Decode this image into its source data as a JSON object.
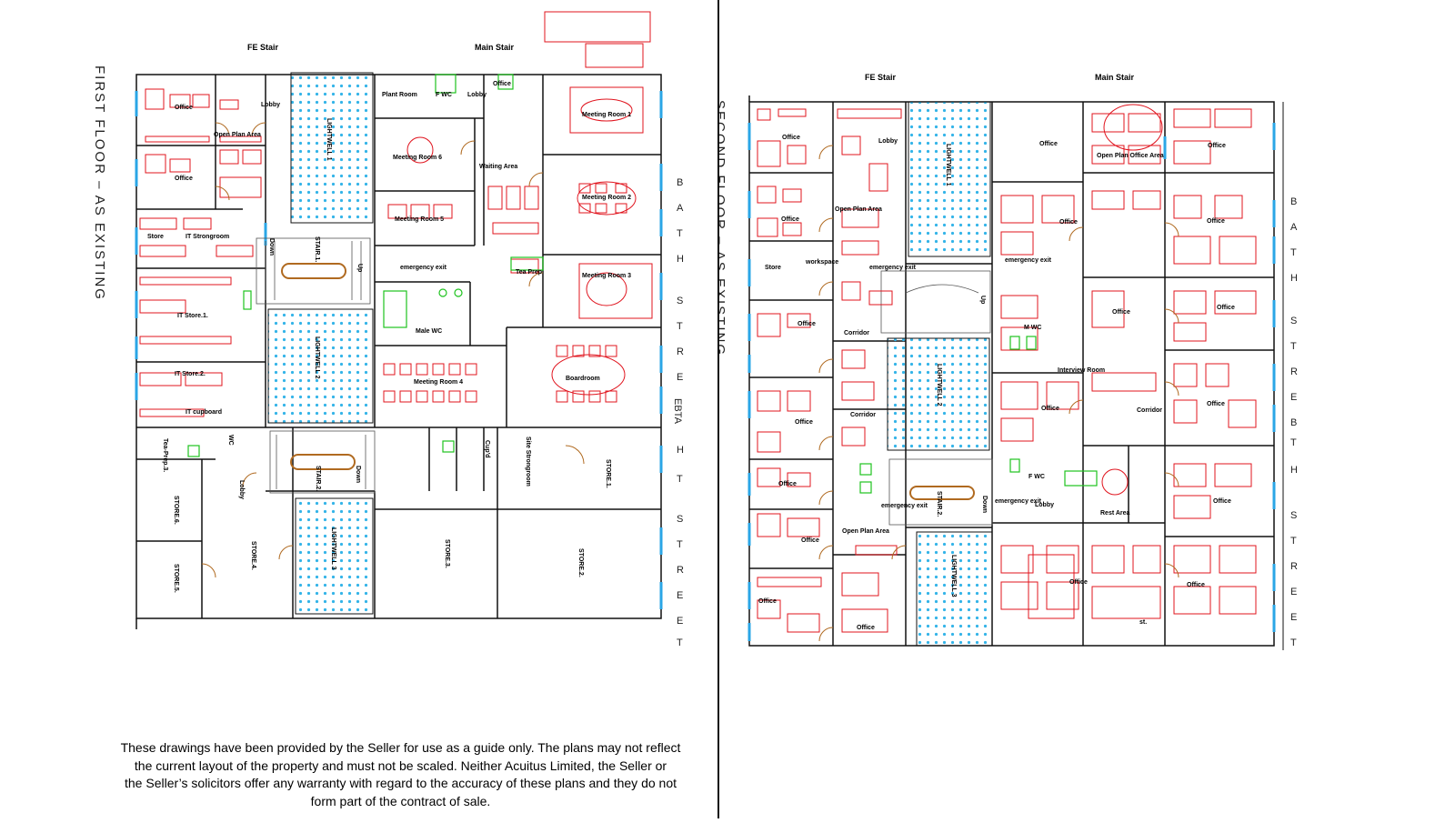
{
  "first_floor": {
    "title": "FIRST FLOOR – AS EXISTING",
    "street": "BATH STREET",
    "street_extra": "EBTA",
    "labels": {
      "fe_stair": "FE Stair",
      "main_stair": "Main Stair",
      "office_1": "Office",
      "lobby_1": "Lobby",
      "open_plan": "Open Plan Area",
      "office_2": "Office",
      "store": "Store",
      "it_strongroom": "IT Strongroom",
      "plant_room": "Plant Room",
      "f_wc": "F WC",
      "lobby_2": "Lobby",
      "office_3": "Office",
      "meeting_1": "Meeting Room 1",
      "meeting_6": "Meeting Room 6",
      "waiting": "Waiting Area",
      "meeting_2": "Meeting Room 2",
      "meeting_5": "Meeting Room 5",
      "emergency": "emergency exit",
      "tea_prep": "Tea Prep",
      "meeting_3": "Meeting Room 3",
      "male_wc": "Male WC",
      "it_store_1": "IT Store.1.",
      "it_store_2": "IT Store.2.",
      "it_cupboard": "IT cupboard",
      "meeting_4": "Meeting Room 4",
      "boardroom": "Boardroom",
      "tea_prep_3": "Tea-Prep.3.",
      "lobby_3": "Lobby",
      "wc": "WC",
      "cupd": "Cup'd",
      "site_strongroom": "Site Strongroom",
      "store_1": "STORE.1.",
      "store_2": "STORE.2.",
      "store_3": "STORE.3.",
      "store_4": "STORE.4.",
      "store_5": "STORE.5.",
      "store_6": "STORE.6.",
      "lightwell_1": "LIGHTWELL 1",
      "lightwell_2": "LIGHTWELL 2",
      "lightwell_3": "LIGHTWELL 3",
      "stair_1": "STAIR.1.",
      "stair_2": "STAIR.2.",
      "up": "Up",
      "down": "Down"
    }
  },
  "second_floor": {
    "title": "SECOND FLOOR – AS EXISTING",
    "street": "BATH STREET",
    "labels": {
      "fe_stair": "FE Stair",
      "main_stair": "Main Stair",
      "office_a": "Office",
      "lobby": "Lobby",
      "office_b": "Office",
      "open_plan_office": "Open Plan Office Area",
      "office_c": "Office",
      "office_d": "Office",
      "open_plan": "Open Plan Area",
      "office_e": "Office",
      "office_f": "Office",
      "store": "Store",
      "workspace": "workspace",
      "emergency_1": "emergency exit",
      "emergency_2": "emergency exit",
      "office_g": "Office",
      "office_h": "Office",
      "corridor_1": "Corridor",
      "m_wc": "M WC",
      "office_i": "Office",
      "interview": "Interview Room",
      "office_j": "Office",
      "corridor_2": "Corridor",
      "corridor_3": "Corridor",
      "office_k": "Office",
      "office_l": "Office",
      "office_m": "Office",
      "f_wc": "F WC",
      "emergency_3": "emergency exit",
      "emergency_4": "emergency exit",
      "lobby_2": "Lobby",
      "rest_area": "Rest Area",
      "office_n": "Office",
      "open_plan_2": "Open Plan Area",
      "office_o": "Office",
      "office_p": "Office",
      "office_q": "Office",
      "office_r": "Office",
      "office_s": "Office",
      "st": "st.",
      "lightwell_1": "LIGHTWELL 1",
      "lightwell_2": "LIGHTWELL 2",
      "lightwell_3": "LIGHTWELL 3",
      "stair_2": "STAIR.2.",
      "down": "Down",
      "up": "Up"
    }
  },
  "disclaimer": {
    "line1": "These drawings have been provided by the Seller for use as a guide only. The plans may not reflect",
    "line2": "the current layout of the property and must not be scaled. Neither Acuitus Limited, the Seller or",
    "line3": "the Seller’s solicitors offer any warranty with regard to the accuracy of these plans and they do not",
    "line4": "form part of the contract of sale."
  },
  "colors": {
    "walls": "#111111",
    "furniture": "#e0141e",
    "fixtures": "#1fc31f",
    "windows": "#2aa6e6",
    "lightwell_dots": "#34b4e8",
    "doors": "#b06a20"
  }
}
